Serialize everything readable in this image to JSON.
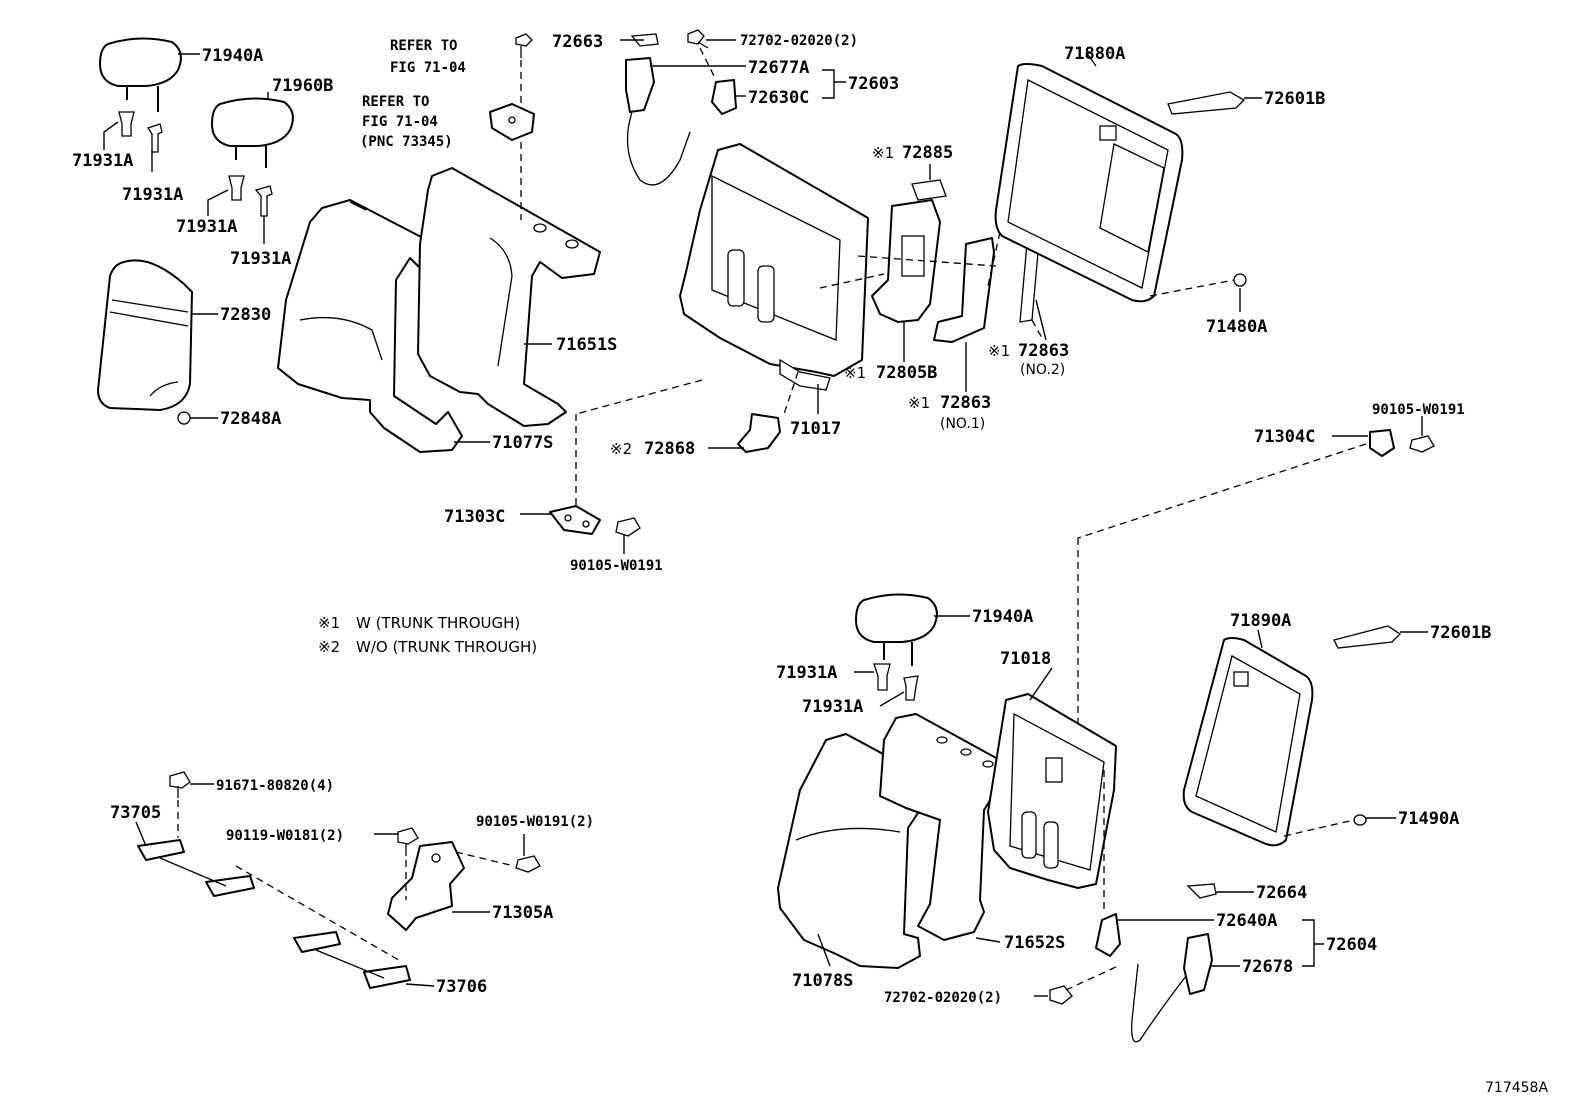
{
  "labels": {
    "p71940A_top": "71940A",
    "p71960B": "71960B",
    "p71931A_1": "71931A",
    "p71931A_2": "71931A",
    "p71931A_3": "71931A",
    "p71931A_4": "71931A",
    "p72830": "72830",
    "p72848A": "72848A",
    "p71651S": "71651S",
    "p71077S": "71077S",
    "p72663": "72663",
    "p72702_top": "72702-02020(2)",
    "p72677A": "72677A",
    "p72630C": "72630C",
    "p72603": "72603",
    "p71880A": "71880A",
    "p72601B_top": "72601B",
    "p72885": "72885",
    "p72805B": "72805B",
    "p72863_no2": "72863",
    "p72863_no1": "72863",
    "p71480A": "71480A",
    "p71017": "71017",
    "p72868": "72868",
    "p71303C": "71303C",
    "p90105_left": "90105-W0191",
    "p90105_right": "90105-W0191",
    "p71304C": "71304C",
    "p71940A_bottom": "71940A",
    "p71018": "71018",
    "p71931A_5": "71931A",
    "p71931A_6": "71931A",
    "p71890A": "71890A",
    "p72601B_bottom": "72601B",
    "p71490A": "71490A",
    "p72664": "72664",
    "p72640A": "72640A",
    "p72604": "72604",
    "p72678": "72678",
    "p71652S": "71652S",
    "p71078S": "71078S",
    "p72702_bottom": "72702-02020(2)",
    "p91671": "91671-80820(4)",
    "p73705": "73705",
    "p90119": "90119-W0181(2)",
    "p90105_2": "90105-W0191(2)",
    "p71305A": "71305A",
    "p73706": "73706",
    "figure_id": "717458A"
  },
  "refs": {
    "refer1_line1": "REFER TO",
    "refer1_line2": "FIG 71-04",
    "refer2_line1": "REFER TO",
    "refer2_line2": "FIG 71-04",
    "refer2_line3": "(PNC 73345)"
  },
  "marks": {
    "m1_72885": "※1",
    "m1_72805B": "※1",
    "m1_72863_no2": "※1",
    "m1_72863_no1": "※1",
    "m2_72868": "※2",
    "no2": "(NO.2)",
    "no1": "(NO.1)"
  },
  "notes": {
    "n1_mark": "※1",
    "n1_text": "W (TRUNK THROUGH)",
    "n2_mark": "※2",
    "n2_text": "W/O (TRUNK THROUGH)"
  }
}
